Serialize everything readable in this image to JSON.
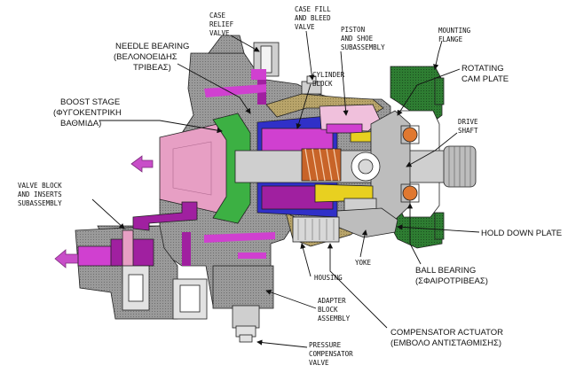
{
  "labels": {
    "case_relief_valve": [
      "CASE",
      "RELIEF",
      "VALVE"
    ],
    "case_fill_bleed_valve": [
      "CASE FILL",
      "AND BLEED",
      "VALVE"
    ],
    "mounting_flange": [
      "MOUNTING",
      "FLANGE"
    ],
    "needle_bearing": [
      "NEEDLE BEARING",
      "(ΒΕΛΟΝΟΕΙΔΗΣ",
      "ΤΡΙΒΕΑΣ)"
    ],
    "piston_shoe": [
      "PISTON",
      "AND SHOE",
      "SUBASSEMBLY"
    ],
    "rotating_cam_plate": [
      "ROTATING",
      "CAM PLATE"
    ],
    "boost_stage": [
      "BOOST STAGE",
      "(ΦΥΓΟΚΕΝΤΡΙΚΗ",
      "ΒΑΘΜΙΔΑ)"
    ],
    "cylinder_block": [
      "CYLINDER",
      "BLOCK"
    ],
    "drive_shaft": [
      "DRIVE",
      "SHAFT"
    ],
    "valve_block": [
      "VALVE BLOCK",
      "AND INSERTS",
      "SUBASSEMBLY"
    ],
    "hold_down_plate": [
      "HOLD DOWN PLATE"
    ],
    "yoke": [
      "YOKE"
    ],
    "ball_bearing": [
      "BALL BEARING",
      "(ΣΦΑΙΡΟΤΡΙΒΕΑΣ)"
    ],
    "housing": [
      "HOUSING"
    ],
    "adapter_block": [
      "ADAPTER",
      "BLOCK",
      "ASSEMBLY"
    ],
    "compensator_actuator": [
      "COMPENSATOR ACTUATOR",
      "(ΕΜΒΟΛΟ ΑΝΤΙΣΤΑΘΜΙΣΗΣ)"
    ],
    "pressure_compensator": [
      "PRESSURE",
      "COMPENSATOR",
      "VALVE"
    ]
  },
  "colors": {
    "housing_gray": "#9a9a9a",
    "housing_tan": "#b8a46a",
    "flange_green": "#2e7d32",
    "boost_green": "#3cb043",
    "boost_pink": "#e79fc4",
    "piston_pink": "#f0c0dc",
    "purple": "#a020a0",
    "magenta": "#d040d0",
    "blue": "#3030c8",
    "spring_orange": "#c86428",
    "bearing_orange": "#e07830",
    "yellow": "#e8d020",
    "arrow_magenta": "#c84ec8"
  }
}
